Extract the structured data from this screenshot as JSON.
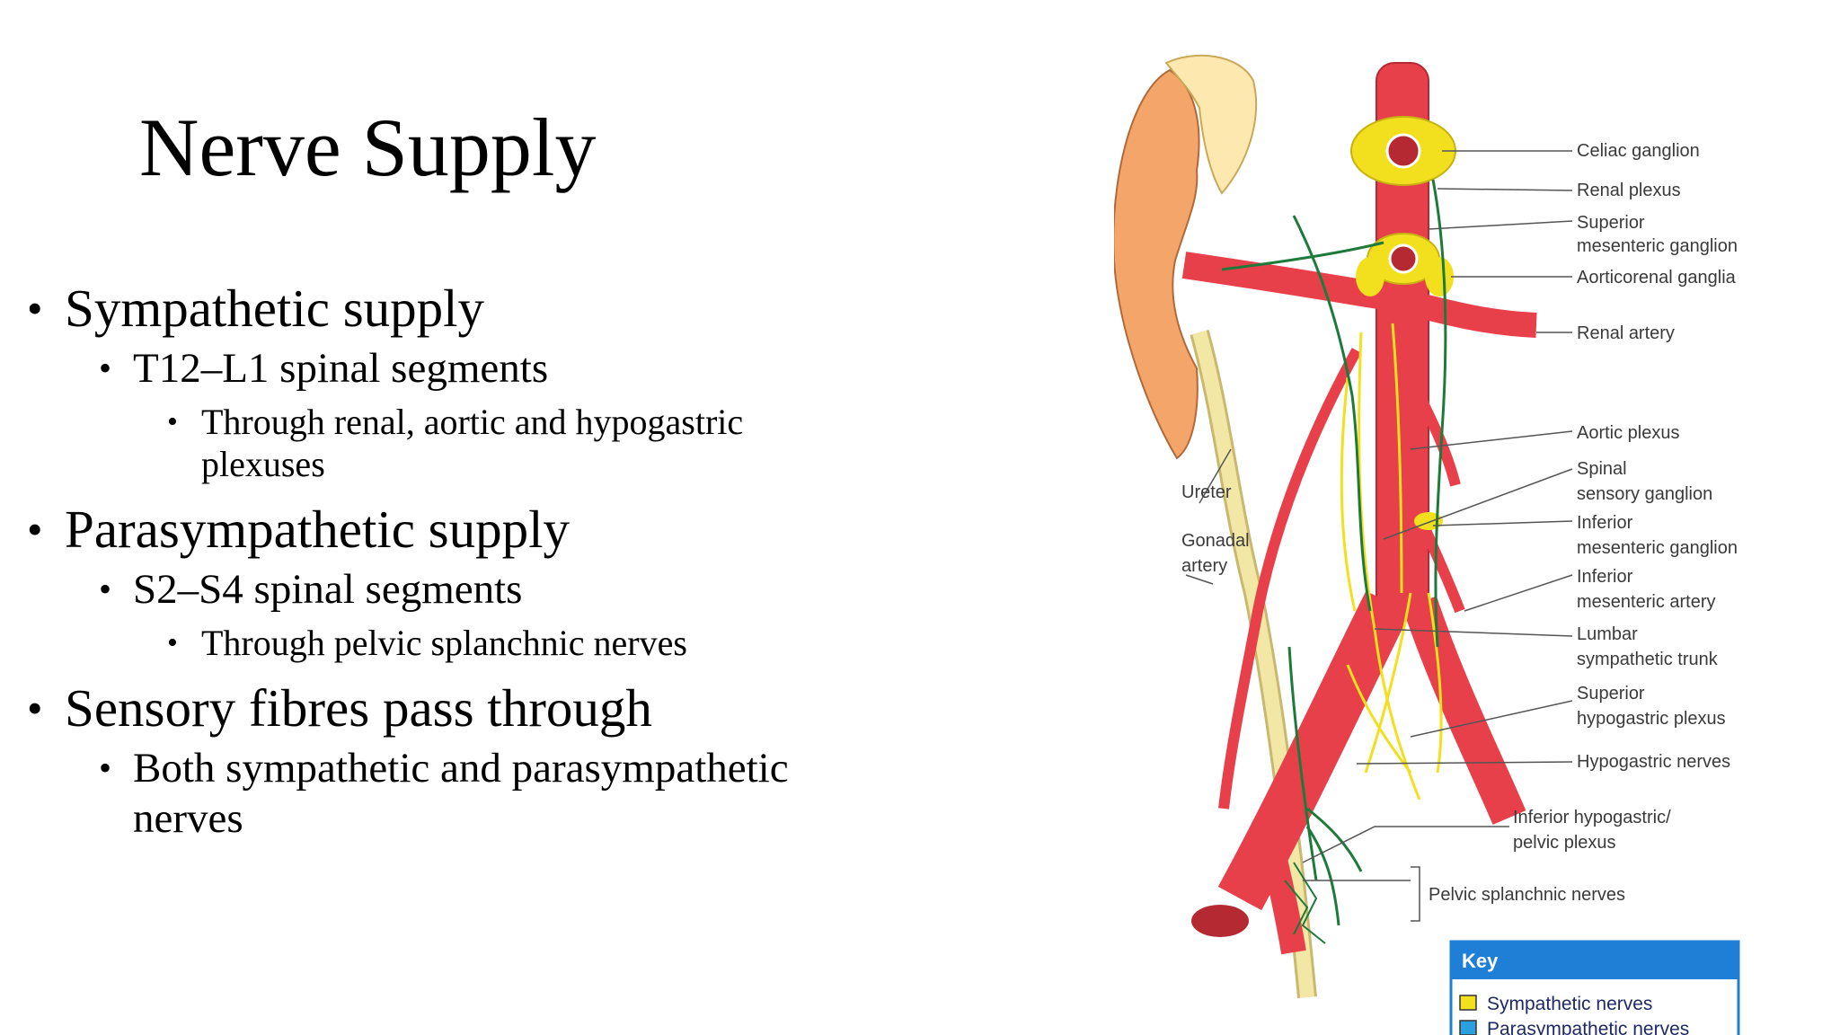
{
  "slide": {
    "title": "Nerve Supply",
    "bullets": {
      "b1": "Sympathetic supply",
      "b1_1": "T12–L1 spinal segments",
      "b1_1_1a": "Through renal, aortic and hypogastric",
      "b1_1_1b": "plexuses",
      "b2": "Parasympathetic supply",
      "b2_1": "S2–S4 spinal segments",
      "b2_1_1": "Through pelvic splanchnic nerves",
      "b3": "Sensory fibres pass through",
      "b3_1a": "Both sympathetic and  parasympathetic",
      "b3_1b": "nerves"
    },
    "bullet_char": "•"
  },
  "figure": {
    "labels_right": {
      "celiac": "Celiac ganglion",
      "renal_plexus": "Renal plexus",
      "sup_mes_1": "Superior",
      "sup_mes_2": "mesenteric ganglion",
      "aorticorenal": "Aorticorenal ganglia",
      "renal_artery": "Renal artery",
      "aortic_plexus": "Aortic plexus",
      "spinal_1": "Spinal",
      "spinal_2": "sensory ganglion",
      "inf_mes_g_1": "Inferior",
      "inf_mes_g_2": "mesenteric ganglion",
      "inf_mes_a_1": "Inferior",
      "inf_mes_a_2": "mesenteric artery",
      "lumbar_1": "Lumbar",
      "lumbar_2": "sympathetic trunk",
      "sup_hypo_1": "Superior",
      "sup_hypo_2": "hypogastric plexus",
      "hypogastric": "Hypogastric nerves",
      "inf_hypo_1": "Inferior hypogastric/",
      "inf_hypo_2": "pelvic plexus",
      "pelvic_splanchnic": "Pelvic splanchnic nerves"
    },
    "labels_left": {
      "ureter": "Ureter",
      "gonadal_1": "Gonadal",
      "gonadal_2": "artery"
    },
    "key": {
      "title": "Key",
      "sympathetic": "Sympathetic nerves",
      "parasympathetic": "Parasympathetic nerves"
    },
    "colors": {
      "artery": "#e8404a",
      "kidney": "#f4a66a",
      "adrenal": "#fde9b0",
      "sympathetic": "#f2e01e",
      "nerve_green": "#1e7a3a",
      "ureter": "#f3e7a6",
      "key_header": "#1f7fd6",
      "key_parasympathetic": "#2aa0e0"
    }
  }
}
